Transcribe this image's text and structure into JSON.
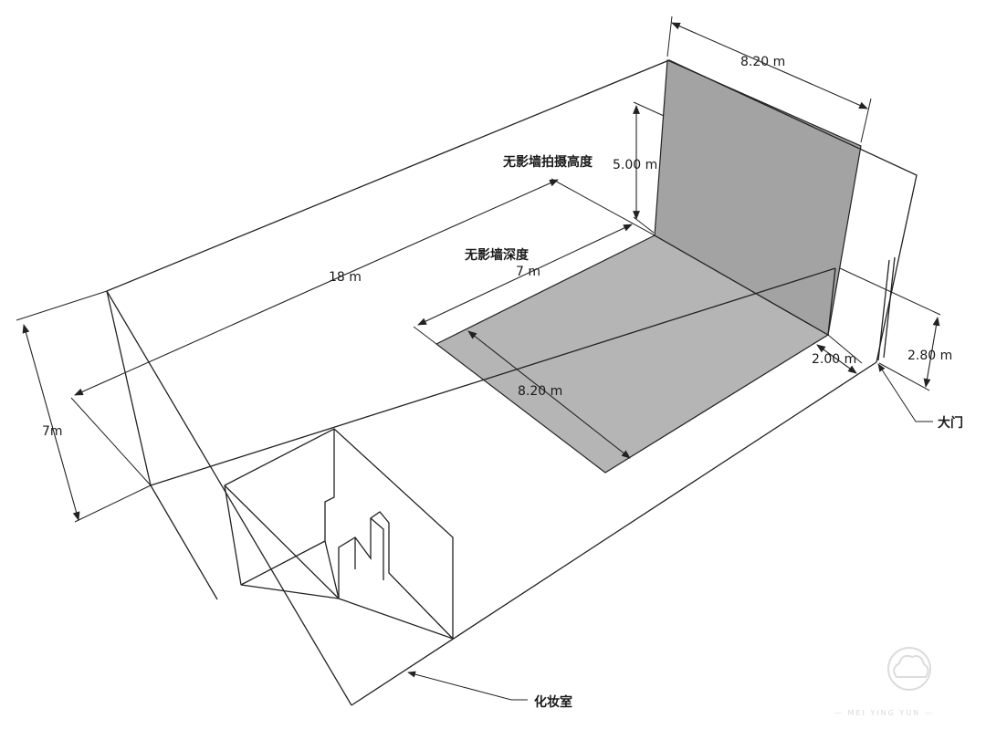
{
  "diagram": {
    "colors": {
      "line": "#222222",
      "backdrop_wall": "#a3a3a3",
      "backdrop_floor": "#b5b5b5",
      "watermark": "#d8d8d8"
    },
    "labels": {
      "wall_width": "8.20 m",
      "shooting_height_title": "无影墙拍摄高度",
      "shooting_height_value": "5.00 m",
      "cyc_depth_title": "无影墙深度",
      "cyc_depth_value": "7 m",
      "room_length": "18 m",
      "room_height": "7m",
      "floor_width": "8.20 m",
      "gap_to_wall": "2.00 m",
      "door_height": "2.80 m",
      "door": "大门",
      "makeup_room": "化妆室"
    },
    "watermark": {
      "text": "— MEI YING YUN —",
      "logo": "cloud-logo"
    }
  }
}
